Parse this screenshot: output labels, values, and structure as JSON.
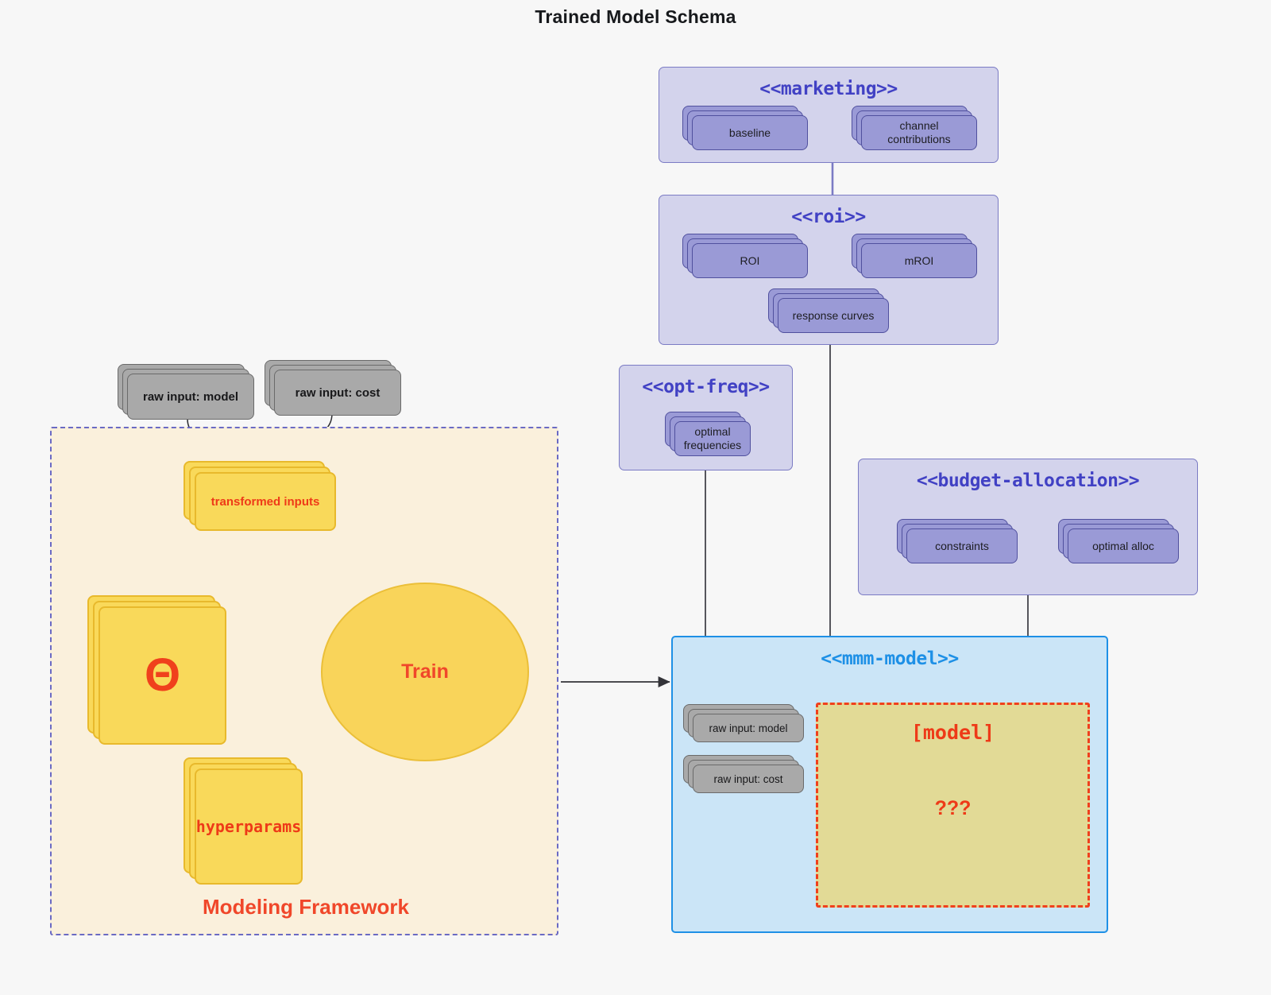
{
  "diagram": {
    "title": "Trained Model Schema"
  },
  "packages": {
    "marketing": {
      "title": "<<marketing>>",
      "nodes": [
        {
          "label": "baseline"
        },
        {
          "label": "channel contributions"
        }
      ]
    },
    "roi": {
      "title": "<<roi>>",
      "nodes": [
        {
          "label": "ROI"
        },
        {
          "label": "mROI"
        },
        {
          "label": "response curves"
        }
      ]
    },
    "opt_freq": {
      "title": "<<opt-freq>>",
      "nodes": [
        {
          "label": "optimal\nfrequencies",
          "line1": "optimal",
          "line2": "frequencies"
        }
      ]
    },
    "budget_allocation": {
      "title": "<<budget-allocation>>",
      "nodes": [
        {
          "label": "constraints"
        },
        {
          "label": "optimal alloc"
        }
      ]
    },
    "mmm_model": {
      "title": "<<mmm-model>>",
      "inputs": [
        {
          "label": "raw input: model"
        },
        {
          "label": "raw input: cost"
        }
      ],
      "model_box": {
        "header": "[model]",
        "body": "???"
      }
    }
  },
  "framework": {
    "label": "Modeling Framework",
    "raw_inputs": [
      {
        "label": "raw input: model"
      },
      {
        "label": "raw input: cost"
      }
    ],
    "transformed_inputs": {
      "label": "transformed inputs"
    },
    "theta": {
      "label": "Θ"
    },
    "hyperparams": {
      "label": "hyperparams"
    },
    "train": {
      "label": "Train"
    }
  },
  "colors": {
    "canvas": "#f7f7f7",
    "package_fill": "#d3d3ec",
    "package_border": "#7b7bc4",
    "package_title": "#4141c4",
    "node_fill": "#9a9ad6",
    "node_border": "#50509e",
    "grey_fill": "#a9a9a9",
    "grey_border": "#6a6a6a",
    "mmm_fill": "#cbe5f7",
    "mmm_border": "#1e90e6",
    "model_fill": "#e2da96",
    "model_border": "#f0401c",
    "frame_fill": "#faf0dc",
    "frame_border": "#6a6ac4",
    "yellow_fill": "#f9d95a",
    "yellow_border": "#e8b92c",
    "accent_red": "#ee3a18",
    "edge_grey": "#44444a"
  }
}
